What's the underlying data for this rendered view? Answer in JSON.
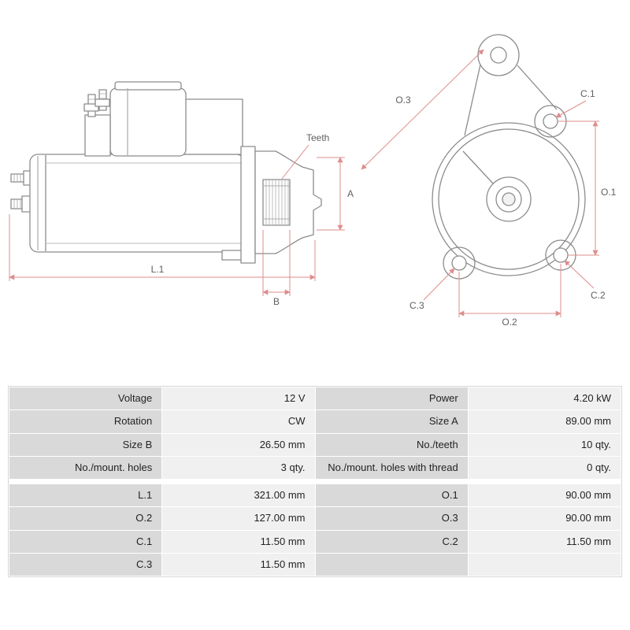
{
  "drawing": {
    "dims": {
      "l1": "L.1",
      "b": "B",
      "a": "A",
      "teeth": "Teeth",
      "o1": "O.1",
      "o2": "O.2",
      "o3": "O.3",
      "c1": "C.1",
      "c2": "C.2",
      "c3": "C.3"
    }
  },
  "table": {
    "rows": [
      [
        "Voltage",
        "12 V",
        "Power",
        "4.20 kW"
      ],
      [
        "Rotation",
        "CW",
        "Size A",
        "89.00 mm"
      ],
      [
        "Size B",
        "26.50 mm",
        "No./teeth",
        "10 qty."
      ],
      [
        "No./mount. holes",
        "3 qty.",
        "No./mount. holes with thread",
        "0 qty."
      ],
      [
        "L.1",
        "321.00 mm",
        "O.1",
        "90.00 mm"
      ],
      [
        "O.2",
        "127.00 mm",
        "O.3",
        "90.00 mm"
      ],
      [
        "C.1",
        "11.50 mm",
        "C.2",
        "11.50 mm"
      ],
      [
        "C.3",
        "11.50 mm",
        "",
        ""
      ]
    ]
  },
  "colors": {
    "dimension_line": "#de8d8d",
    "part_line": "#8c8c8c",
    "label_cell_bg": "#d9d9d9",
    "value_cell_bg": "#f0f0f0"
  }
}
